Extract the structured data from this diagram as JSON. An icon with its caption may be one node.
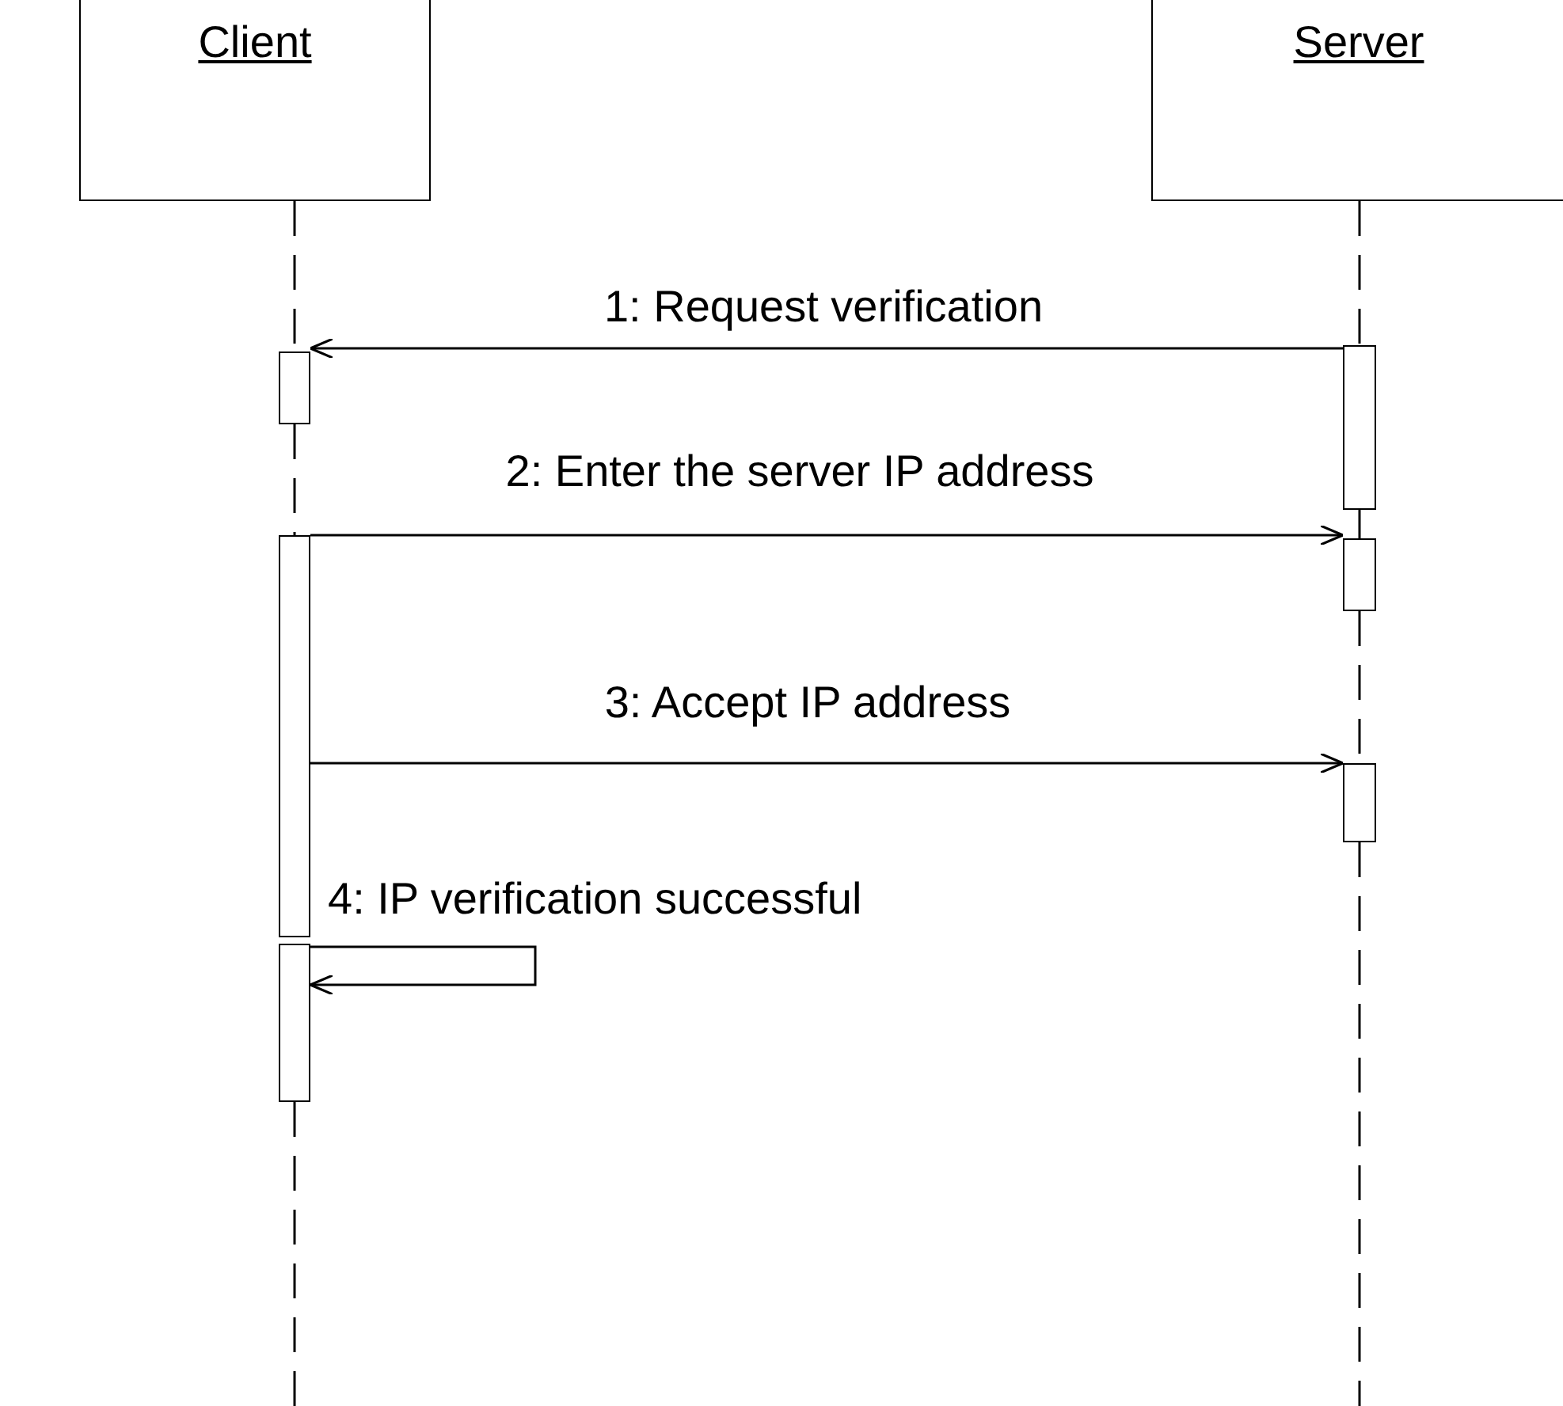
{
  "diagram": {
    "nodes": [
      {
        "text": [
          "Client"
        ]
      },
      {
        "text": [
          "Server"
        ]
      },
      {
        "text": [],
        "shape": "bar"
      },
      {
        "text": [],
        "shape": "bar"
      },
      {
        "text": [],
        "shape": "bar"
      },
      {
        "text": [],
        "shape": "bar"
      },
      {
        "text": [],
        "shape": "bar"
      },
      {
        "text": [],
        "shape": "bar"
      }
    ],
    "edges": [
      {
        "from": 2,
        "to": 3,
        "arrow": "to",
        "label": "1: Request verification"
      },
      {
        "from": 4,
        "to": 5,
        "arrow": "to",
        "label": "2: Enter the server IP address"
      },
      {
        "from": 4,
        "to": 6,
        "arrow": "to",
        "label": "3: Accept IP address"
      },
      {
        "from": 4,
        "to": 7,
        "arrow": "to",
        "label": "4: IP verification successful"
      },
      {
        "from": 0,
        "to": 3,
        "arrow": "none",
        "style": "dashed"
      },
      {
        "from": 3,
        "to": 4,
        "arrow": "none",
        "style": "dashed"
      },
      {
        "from": 7,
        "to": null,
        "arrow": "none",
        "style": "dashed"
      },
      {
        "from": 1,
        "to": 2,
        "arrow": "none",
        "style": "dashed"
      },
      {
        "from": 2,
        "to": 5,
        "arrow": "none",
        "style": "dashed"
      },
      {
        "from": 5,
        "to": 6,
        "arrow": "none",
        "style": "dashed"
      },
      {
        "from": 6,
        "to": null,
        "arrow": "none",
        "style": "dashed"
      }
    ]
  }
}
